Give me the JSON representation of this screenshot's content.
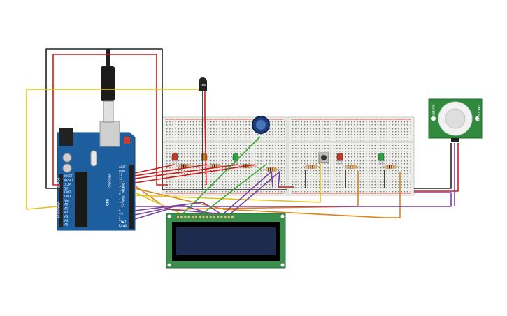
{
  "arduino": {
    "brand": "ARDUINO",
    "model": "UNO",
    "header_digital": "DIGITAL (PWM ~)",
    "header_analog": "ANALOG IN",
    "header_power": "POWER",
    "pin_labels_left": [
      "IOREF",
      "RESET",
      "3.3V",
      "5V",
      "GND",
      "GND",
      "Vin",
      "A0",
      "A1",
      "A2",
      "A3",
      "A4",
      "A5"
    ],
    "pin_labels_right": [
      "AREF",
      "GND",
      "13",
      "12",
      "~11",
      "~10",
      "~9",
      "8",
      "7",
      "~6",
      "~5",
      "4",
      "~3",
      "2",
      "TX▶1",
      "RX◀0"
    ]
  },
  "sensor": {
    "label": "TMP"
  },
  "pir": {
    "labels": [
      "SENSITIVITY",
      "TIME DELAY"
    ]
  },
  "colors": {
    "board": "#1d5f9e",
    "breadboard": "#eeeeea",
    "lcd_frame": "#3c8e4e",
    "lcd_screen": "#1d2b4f",
    "pir_board": "#2f8a3e",
    "wire_red": "#cc1b1b",
    "wire_black": "#222222",
    "wire_yellow": "#e2c21c",
    "wire_green": "#3aa531",
    "wire_purple": "#7a3fa1",
    "wire_orange": "#e08414"
  }
}
